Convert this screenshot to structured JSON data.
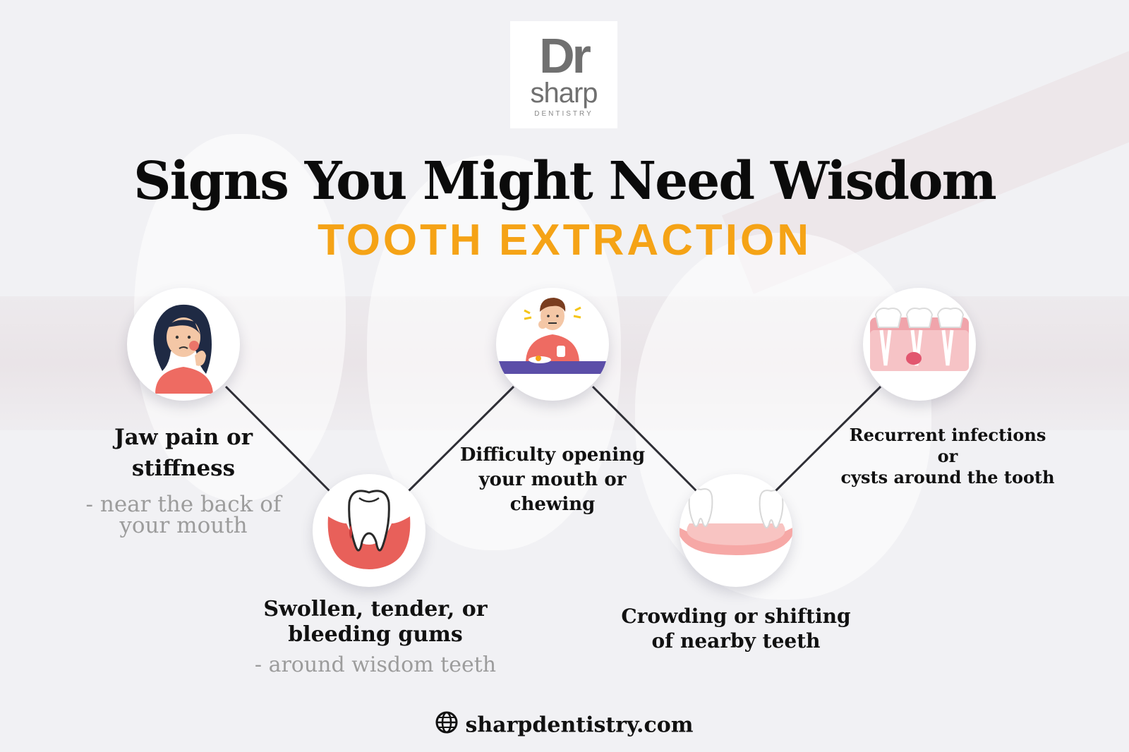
{
  "brand": {
    "logo_line1": "Dr",
    "logo_line2": "sharp",
    "logo_line3": "DENTISTRY"
  },
  "title": {
    "line1": "Signs You Might Need Wisdom",
    "line2": "TOOTH EXTRACTION",
    "accent_color": "#f5a316"
  },
  "signs": [
    {
      "title_lines": [
        "Jaw pain or",
        "stiffness"
      ],
      "detail_lines": [
        "- near the back of",
        "your mouth"
      ],
      "icon": "woman-jaw-pain-icon"
    },
    {
      "title_lines": [
        "Swollen, tender, or",
        "bleeding gums"
      ],
      "detail_lines": [
        "- around wisdom teeth"
      ],
      "icon": "bleeding-gum-tooth-icon"
    },
    {
      "title_lines": [
        "Difficulty opening",
        "your mouth or",
        "chewing"
      ],
      "detail_lines": [],
      "icon": "man-chewing-pain-icon"
    },
    {
      "title_lines": [
        "Crowding or shifting",
        "of nearby teeth"
      ],
      "detail_lines": [],
      "icon": "shifting-teeth-icon"
    },
    {
      "title_lines": [
        "Recurrent infections",
        "or",
        "cysts around the tooth"
      ],
      "detail_lines": [],
      "icon": "tooth-cyst-icon"
    }
  ],
  "footer": {
    "website": "sharpdentistry.com",
    "icon": "globe-icon"
  },
  "colors": {
    "background": "#f1f1f4",
    "connector": "#2f2f36",
    "gum_red": "#e8605a",
    "shirt_red": "#ee6b62"
  }
}
